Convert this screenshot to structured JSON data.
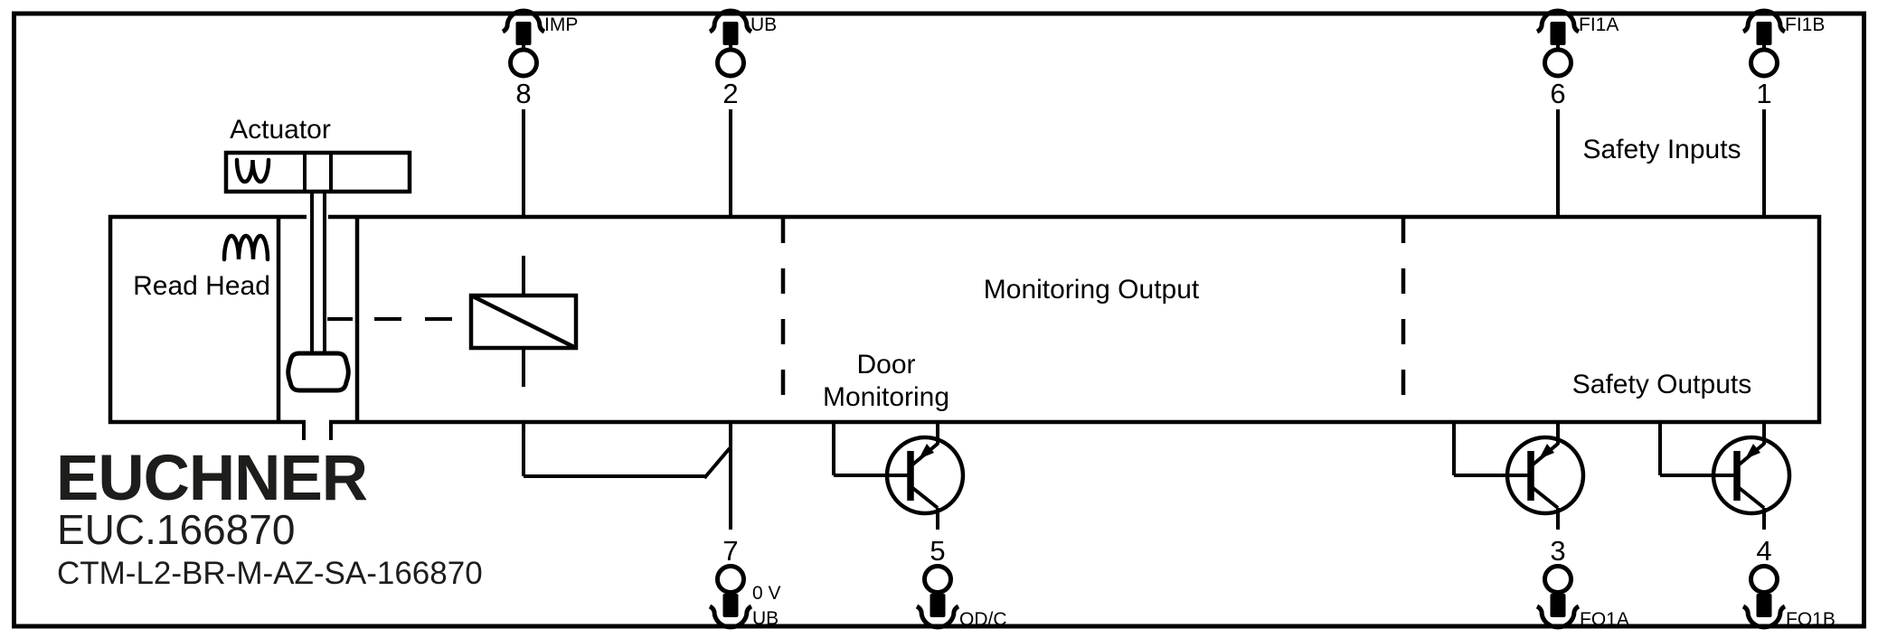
{
  "brand": {
    "name": "EUCHNER",
    "order_code": "EUC.166870",
    "type_code": "CTM-L2-BR-M-AZ-SA-166870"
  },
  "sections": {
    "actuator": "Actuator",
    "read_head": "Read Head",
    "monitoring_output": "Monitoring Output",
    "door_monitoring_line1": "Door",
    "door_monitoring_line2": "Monitoring",
    "safety_inputs": "Safety Inputs",
    "safety_outputs": "Safety Outputs"
  },
  "terminals": {
    "top": [
      {
        "pin": "8",
        "label": "IMP"
      },
      {
        "pin": "2",
        "label": "UB"
      },
      {
        "pin": "6",
        "label": "FI1A"
      },
      {
        "pin": "1",
        "label": "FI1B"
      }
    ],
    "bottom": [
      {
        "pin": "7",
        "label_line1": "0 V",
        "label_line2": "UB"
      },
      {
        "pin": "5",
        "label": "OD/C"
      },
      {
        "pin": "3",
        "label": "FO1A"
      },
      {
        "pin": "4",
        "label": "FO1B"
      }
    ]
  },
  "colors": {
    "line": "#000000",
    "logo_text": "#1d1d1b",
    "background": "#ffffff"
  }
}
